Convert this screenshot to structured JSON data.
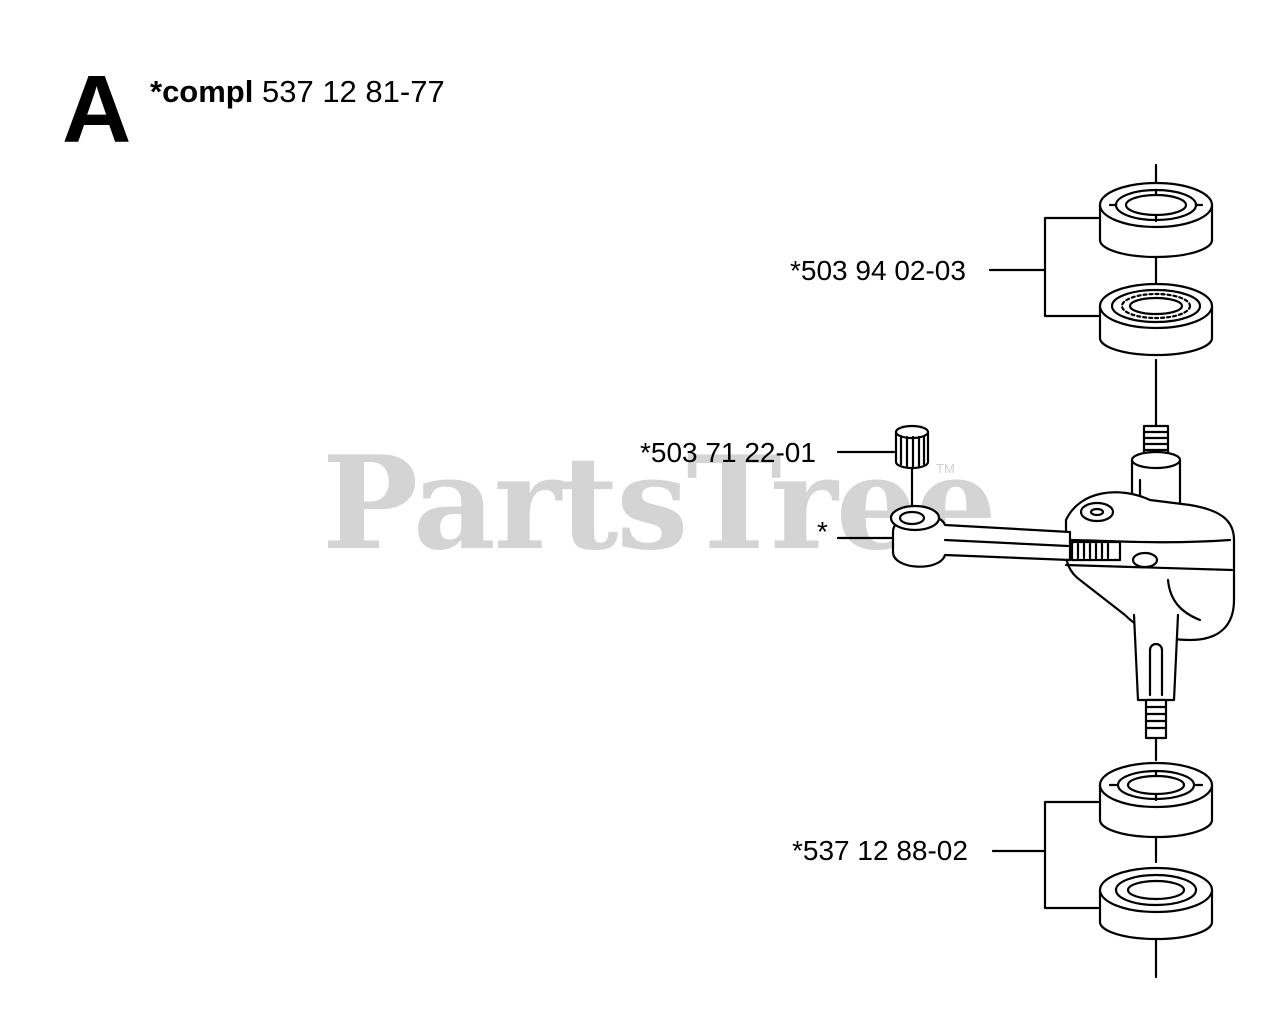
{
  "section": {
    "letter": "A"
  },
  "kit": {
    "prefix": "*compl",
    "number": "537 12 81-77"
  },
  "watermark": {
    "text": "PartsTree",
    "tm": "TM"
  },
  "parts": {
    "upper_bearings": "*503 94 02-03",
    "needle_bearing": "*503 71 22-01",
    "connecting_rod": "*",
    "lower_bearings": "*537 12 88-02"
  }
}
